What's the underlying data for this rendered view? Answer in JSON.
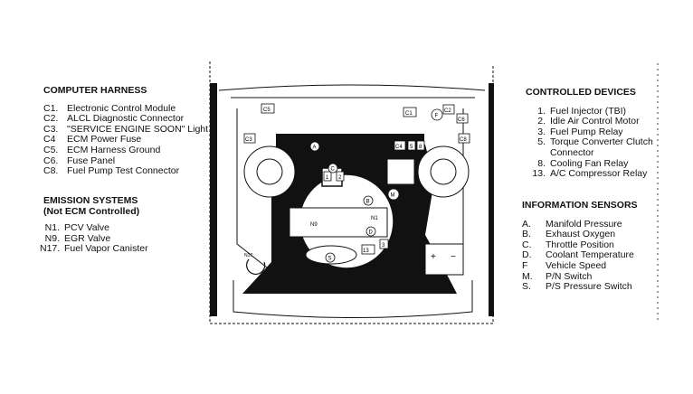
{
  "computer_harness": {
    "heading": "COMPUTER HARNESS",
    "items": [
      {
        "code": "C1.",
        "label": "Electronic Control Module"
      },
      {
        "code": "C2.",
        "label": "ALCL Diagnostic Connector"
      },
      {
        "code": "C3.",
        "label": "\"SERVICE ENGINE SOON\" Light"
      },
      {
        "code": "C4",
        "label": "ECM Power Fuse"
      },
      {
        "code": "C5.",
        "label": "ECM Harness Ground"
      },
      {
        "code": "C6.",
        "label": "Fuse Panel"
      },
      {
        "code": "C8.",
        "label": "Fuel Pump Test Connector"
      }
    ]
  },
  "emission_systems": {
    "heading": "EMISSION SYSTEMS",
    "subheading": "(Not ECM Controlled)",
    "items": [
      {
        "code": "N1.",
        "label": "PCV Valve"
      },
      {
        "code": "N9.",
        "label": "EGR Valve"
      },
      {
        "code": "N17.",
        "label": "Fuel Vapor Canister"
      }
    ]
  },
  "controlled_devices": {
    "heading": "CONTROLLED DEVICES",
    "items": [
      {
        "code": "1.",
        "label": "Fuel Injector (TBI)"
      },
      {
        "code": "2.",
        "label": "Idle Air Control Motor"
      },
      {
        "code": "3.",
        "label": "Fuel Pump Relay"
      },
      {
        "code": "5.",
        "label": "Torque Converter Clutch"
      },
      {
        "code": "",
        "label": "Connector"
      },
      {
        "code": "8.",
        "label": "Cooling Fan Relay"
      },
      {
        "code": "13.",
        "label": "A/C Compressor Relay"
      }
    ]
  },
  "information_sensors": {
    "heading": "INFORMATION SENSORS",
    "items": [
      {
        "code": "A.",
        "label": "Manifold Pressure"
      },
      {
        "code": "B.",
        "label": "Exhaust Oxygen"
      },
      {
        "code": "C.",
        "label": "Throttle Position"
      },
      {
        "code": "D.",
        "label": "Coolant Temperature"
      },
      {
        "code": "F",
        "label": "Vehicle Speed"
      },
      {
        "code": "M.",
        "label": "P/N Switch"
      },
      {
        "code": "S.",
        "label": "P/S Pressure Switch"
      }
    ]
  },
  "diagram_labels": {
    "c1": "C1",
    "c2": "C2",
    "c3": "C3",
    "c4": "C4",
    "c5": "C5",
    "c6": "C6",
    "c8": "C8",
    "a": "A",
    "b": "B",
    "c": "C",
    "d": "D",
    "f": "F",
    "m": "M",
    "s": "S",
    "n1": "N1",
    "n9": "N9",
    "n17": "N17",
    "d1": "1",
    "d2": "2",
    "d3": "3",
    "d5": "5",
    "d8": "8",
    "d13": "13",
    "plus": "+",
    "minus": "−"
  },
  "colors": {
    "ink": "#111111",
    "paper": "#ffffff",
    "shade": "#e6e6e6"
  }
}
